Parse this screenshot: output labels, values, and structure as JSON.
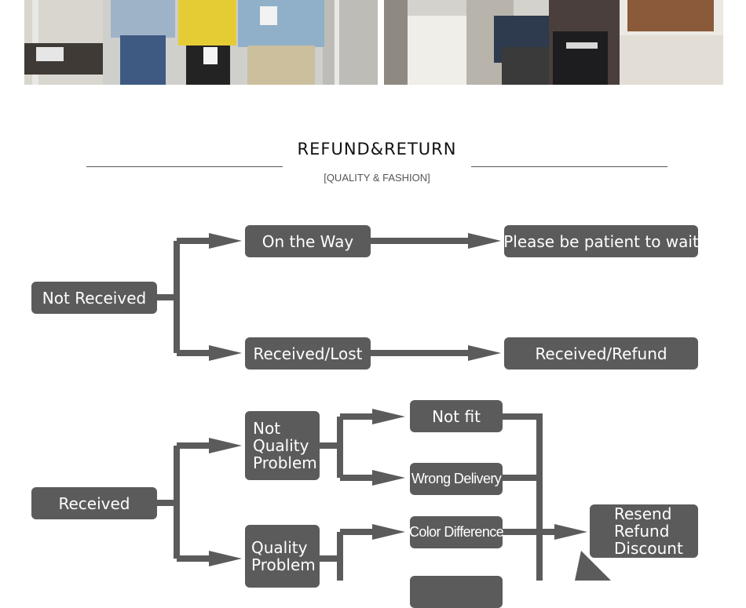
{
  "header": {
    "title": "REFUND&RETURN",
    "subtitle": "[QUALITY & FASHION]"
  },
  "flow": {
    "not_received": "Not Received",
    "on_the_way": "On the Way",
    "patient": "Please be patient to wait",
    "received_lost": "Received/Lost",
    "received_refund": "Received/Refund",
    "received": "Received",
    "not_quality_problem": "Not\nQuality\nProblem",
    "quality_problem": "Quality\nProblem",
    "not_fit": "Not fit",
    "wrong_delivery": "Wrong Delivery",
    "color_difference": "Color Difference",
    "resend_refund_discount": "Resend\nRefund\nDiscount"
  },
  "colors": {
    "box": "#5b5b5b",
    "arrow": "#5b5b5b",
    "text": "#ffffff"
  }
}
